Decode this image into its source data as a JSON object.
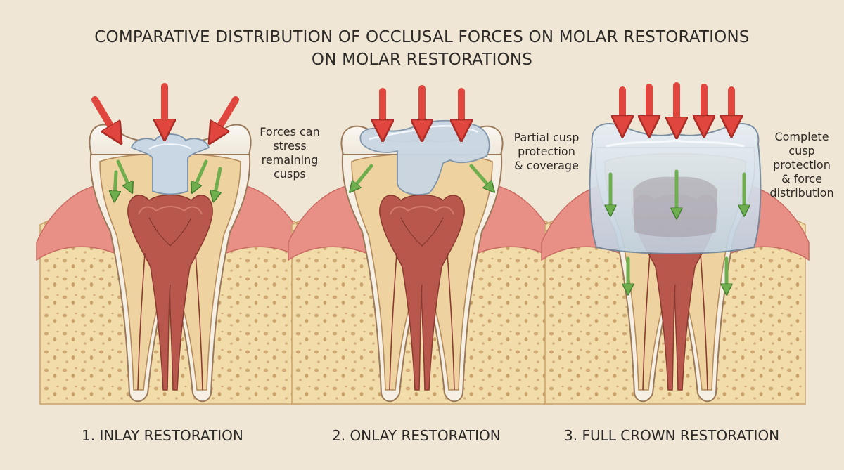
{
  "title": {
    "line1": "COMPARATIVE DISTRIBUTION OF OCCLUSAL FORCES ON MOLAR RESTORATIONS",
    "line2": "ON MOLAR RESTORATIONS"
  },
  "panels": [
    {
      "id": "inlay",
      "caption": "1. INLAY RESTORATION",
      "note_lines": [
        "Forces can",
        "stress",
        "remaining",
        "cusps"
      ]
    },
    {
      "id": "onlay",
      "caption": "2. ONLAY RESTORATION",
      "note_lines": [
        "Partial cusp",
        "protection",
        "& coverage"
      ]
    },
    {
      "id": "crown",
      "caption": "3. FULL CROWN RESTORATION",
      "note_lines": [
        "Complete",
        "cusp",
        "protection",
        "& force",
        "distribution"
      ]
    }
  ],
  "colors": {
    "background": "#efe6d5",
    "occlusal_force_arrow": "#e0463e",
    "distributed_force_arrow": "#6fae4f",
    "restoration": "#c9d6e3",
    "gum": "#e88f86",
    "bone": "#f0d9a6",
    "pulp": "#b8574b"
  },
  "icons": [
    "red-force-arrow",
    "green-force-arrow"
  ]
}
